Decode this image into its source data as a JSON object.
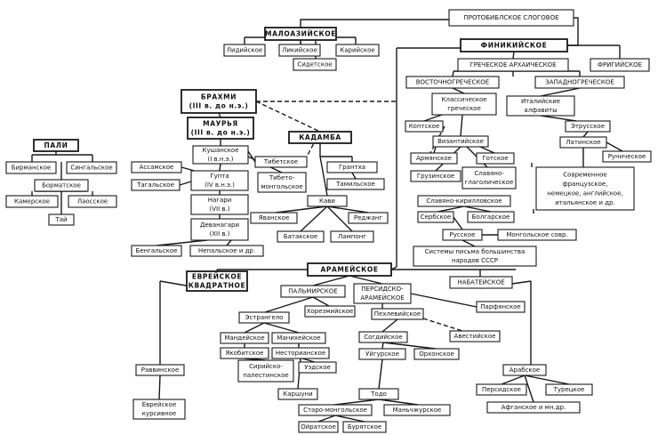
{
  "diagram": {
    "nodes": [
      {
        "id": "proto",
        "lines": [
          "ПРОТОБИБЛСКОЕ СЛОГОВОЕ"
        ],
        "major": false
      },
      {
        "id": "malaz",
        "lines": [
          "МАЛОАЗИЙСКОЕ"
        ],
        "major": true
      },
      {
        "id": "lid",
        "lines": [
          "Лидийское"
        ]
      },
      {
        "id": "lik",
        "lines": [
          "Ликийское"
        ]
      },
      {
        "id": "kar",
        "lines": [
          "Карийское"
        ]
      },
      {
        "id": "sid",
        "lines": [
          "Сидетское"
        ]
      },
      {
        "id": "fin",
        "lines": [
          "ФИНИКИЙСКОЕ"
        ],
        "major": true
      },
      {
        "id": "grarm",
        "lines": [
          "ГРЕЧЕСКОЕ АРХАИЧЕСКОЕ"
        ]
      },
      {
        "id": "frig",
        "lines": [
          "ФРИГИЙСКОЕ"
        ]
      },
      {
        "id": "vgr",
        "lines": [
          "ВОСТОЧНОГРЕЧЕСКОЕ"
        ]
      },
      {
        "id": "zgr",
        "lines": [
          "ЗАПАДНОГРЕЧЕСКОЕ"
        ]
      },
      {
        "id": "klgr",
        "lines": [
          "Классическое",
          "греческое"
        ]
      },
      {
        "id": "ital",
        "lines": [
          "Италийские",
          "алфавиты"
        ]
      },
      {
        "id": "kopt",
        "lines": [
          "Коптское"
        ]
      },
      {
        "id": "etr",
        "lines": [
          "Этрусское"
        ]
      },
      {
        "id": "lat",
        "lines": [
          "Латинское"
        ]
      },
      {
        "id": "run",
        "lines": [
          "Руническое"
        ]
      },
      {
        "id": "viz",
        "lines": [
          "Византийское"
        ]
      },
      {
        "id": "arm",
        "lines": [
          "Армянское"
        ]
      },
      {
        "id": "got",
        "lines": [
          "Готское"
        ]
      },
      {
        "id": "gruz",
        "lines": [
          "Грузинское"
        ]
      },
      {
        "id": "glag",
        "lines": [
          "Славяно-",
          "глаголическое"
        ]
      },
      {
        "id": "sovr",
        "lines": [
          "Современное",
          "французское,",
          "немецкое, английское,",
          "итальянское и др."
        ]
      },
      {
        "id": "kir",
        "lines": [
          "Славяно-кирилловское"
        ]
      },
      {
        "id": "serb",
        "lines": [
          "Сербское"
        ]
      },
      {
        "id": "bolg",
        "lines": [
          "Болгарское"
        ]
      },
      {
        "id": "rus",
        "lines": [
          "Русское"
        ]
      },
      {
        "id": "mongsovr",
        "lines": [
          "Монгольское совр."
        ]
      },
      {
        "id": "sssr",
        "lines": [
          "Системы письма большинства",
          "народов СССР"
        ]
      },
      {
        "id": "brahmi",
        "lines": [
          "БРАХМИ",
          "(III в. до н.э.)"
        ],
        "major": true
      },
      {
        "id": "maurya",
        "lines": [
          "МАУРЬЯ",
          "(III в. до н.э.)"
        ],
        "major": true
      },
      {
        "id": "kad",
        "lines": [
          "КАДАМБА"
        ],
        "major": true
      },
      {
        "id": "pali",
        "lines": [
          "ПАЛИ"
        ],
        "major": true
      },
      {
        "id": "kush",
        "lines": [
          "Кушанское",
          "(I в.н.э.)"
        ]
      },
      {
        "id": "tib",
        "lines": [
          "Тибетское"
        ]
      },
      {
        "id": "tibmong",
        "lines": [
          "Тибето-",
          "монгольское"
        ]
      },
      {
        "id": "bir",
        "lines": [
          "Бирманское"
        ]
      },
      {
        "id": "sing",
        "lines": [
          "Сингальское"
        ]
      },
      {
        "id": "asam",
        "lines": [
          "Ассамское"
        ]
      },
      {
        "id": "gupta",
        "lines": [
          "Гупта",
          "(IV в.н.э.)"
        ]
      },
      {
        "id": "grantha",
        "lines": [
          "Грантха"
        ]
      },
      {
        "id": "borm",
        "lines": [
          "Борматское"
        ]
      },
      {
        "id": "tagal",
        "lines": [
          "Тагальское"
        ]
      },
      {
        "id": "tamil",
        "lines": [
          "Тамильское"
        ]
      },
      {
        "id": "kamb",
        "lines": [
          "Камерское"
        ]
      },
      {
        "id": "laos",
        "lines": [
          "Лаосское"
        ]
      },
      {
        "id": "nagari",
        "lines": [
          "Нагари",
          "(VII в.)"
        ]
      },
      {
        "id": "kavi",
        "lines": [
          "Кави"
        ]
      },
      {
        "id": "tai",
        "lines": [
          "Тай"
        ]
      },
      {
        "id": "yavan",
        "lines": [
          "Яванское"
        ]
      },
      {
        "id": "rejang",
        "lines": [
          "Реджанг"
        ]
      },
      {
        "id": "devan",
        "lines": [
          "Деванагари",
          "(XII в.)"
        ]
      },
      {
        "id": "batak",
        "lines": [
          "Батакское"
        ]
      },
      {
        "id": "lampong",
        "lines": [
          "Лампонг"
        ]
      },
      {
        "id": "beng",
        "lines": [
          "Бенгальское"
        ]
      },
      {
        "id": "nepal",
        "lines": [
          "Непальское и др."
        ]
      },
      {
        "id": "aram",
        "lines": [
          "АРАМЕЙСКОЕ"
        ],
        "major": true
      },
      {
        "id": "evkv",
        "lines": [
          "ЕВРЕЙСКОЕ",
          "КВАДРАТНОЕ"
        ],
        "major": true
      },
      {
        "id": "palm",
        "lines": [
          "ПАЛЬМИРСКОЕ"
        ]
      },
      {
        "id": "persaram",
        "lines": [
          "ПЕРСИДСКО-",
          "АРАМЕЙСКОЕ"
        ]
      },
      {
        "id": "nab",
        "lines": [
          "НАБАТЕЙСКОЕ"
        ]
      },
      {
        "id": "horezm",
        "lines": [
          "Хорезмийское"
        ]
      },
      {
        "id": "parf",
        "lines": [
          "Парфянское"
        ]
      },
      {
        "id": "estr",
        "lines": [
          "Эстрангело"
        ]
      },
      {
        "id": "pehl",
        "lines": [
          "Пехлевийское"
        ]
      },
      {
        "id": "mand",
        "lines": [
          "Мандейское"
        ]
      },
      {
        "id": "manih",
        "lines": [
          "Манихейское"
        ]
      },
      {
        "id": "avest",
        "lines": [
          "Авестийское"
        ]
      },
      {
        "id": "yakob",
        "lines": [
          "Якобитское"
        ]
      },
      {
        "id": "nestor",
        "lines": [
          "Несторианское"
        ]
      },
      {
        "id": "sogd",
        "lines": [
          "Согдийское"
        ]
      },
      {
        "id": "sirpal",
        "lines": [
          "Сирийско-",
          "палестинское"
        ]
      },
      {
        "id": "uzd",
        "lines": [
          "Уэдское"
        ]
      },
      {
        "id": "uig",
        "lines": [
          "Уйгурское"
        ]
      },
      {
        "id": "orhon",
        "lines": [
          "Орхонское"
        ]
      },
      {
        "id": "ravvin",
        "lines": [
          "Раввинское"
        ]
      },
      {
        "id": "karsh",
        "lines": [
          "Каршуни"
        ]
      },
      {
        "id": "arab",
        "lines": [
          "Арабское"
        ]
      },
      {
        "id": "evkurs",
        "lines": [
          "Еврейское",
          "курсивное"
        ]
      },
      {
        "id": "todo",
        "lines": [
          "Тодо"
        ]
      },
      {
        "id": "pers",
        "lines": [
          "Персидское"
        ]
      },
      {
        "id": "turk",
        "lines": [
          "Турецкое"
        ]
      },
      {
        "id": "staromong",
        "lines": [
          "Старо-монгольское"
        ]
      },
      {
        "id": "manch",
        "lines": [
          "Маньчжурское"
        ]
      },
      {
        "id": "afg",
        "lines": [
          "Афганское и мн.др."
        ]
      },
      {
        "id": "oir",
        "lines": [
          "Ойратское"
        ]
      },
      {
        "id": "bur",
        "lines": [
          "Бурятское"
        ]
      }
    ]
  }
}
